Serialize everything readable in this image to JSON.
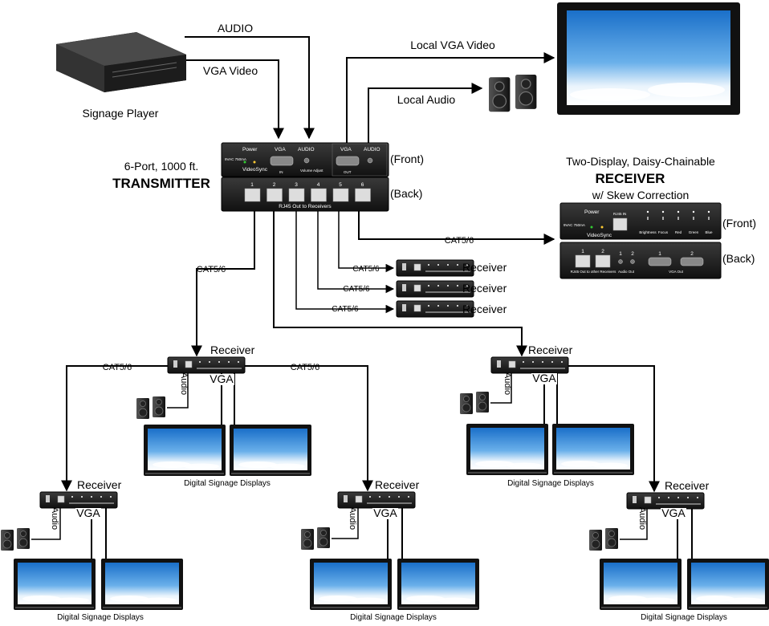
{
  "source": {
    "label": "Signage Player",
    "audio_label": "AUDIO",
    "video_label": "VGA Video"
  },
  "local": {
    "video_label": "Local VGA Video",
    "audio_label": "Local Audio"
  },
  "transmitter": {
    "line1": "6-Port, 1000 ft.",
    "line2": "TRANSMITTER",
    "front_label": "(Front)",
    "back_label": "(Back)",
    "front_panel": {
      "power": "Power",
      "videosync": "VideoSync",
      "dc": "9VAC 750mA",
      "vga": "VGA",
      "audio": "AUDIO",
      "in": "IN",
      "volume": "Volume Adjust",
      "vga_out": "VGA",
      "audio_out": "AUDIO",
      "out": "OUT"
    },
    "back_panel": {
      "ports": [
        "1",
        "2",
        "3",
        "4",
        "5",
        "6"
      ],
      "caption": "RJ45 Out to Receivers"
    }
  },
  "receiver_detail": {
    "line1": "Two-Display, Daisy-Chainable",
    "line2": "RECEIVER",
    "line3": "w/ Skew Correction",
    "front_label": "(Front)",
    "back_label": "(Back)",
    "front_panel": {
      "power": "Power",
      "videosync": "VideoSync",
      "dc": "9VAC 750mA",
      "rj45_in": "RJ45 IN",
      "controls": [
        "Brightness",
        "Focus",
        "Red",
        "Green",
        "Blue"
      ]
    },
    "back_panel": {
      "ports": [
        "1",
        "2"
      ],
      "rj45_caption": "RJ45 Out to other Receivers",
      "audio_ports": [
        "1",
        "2"
      ],
      "audio_caption": "Audio Out",
      "vga_ports": [
        "1",
        "2"
      ],
      "vga_caption": "VGA Out"
    }
  },
  "links": {
    "cat": "CAT5/6",
    "receiver": "Receiver",
    "vga": "VGA",
    "audio": "Audio",
    "displays": "Digital Signage Displays"
  }
}
